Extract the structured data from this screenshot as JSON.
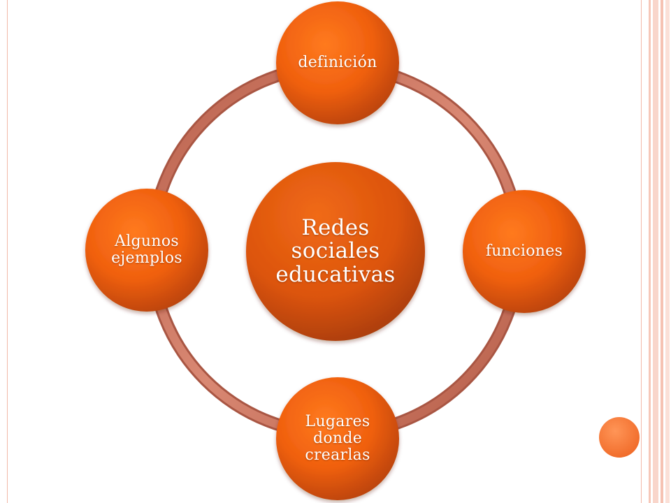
{
  "diagram": {
    "center": "Redes sociales educativas",
    "nodes": {
      "top": "definición",
      "right": "funciones",
      "bottom": "Lugares donde crearlas",
      "left": "Algunos ejemplos"
    }
  },
  "colors": {
    "node_fill": "#f2600f",
    "node_fill_dark": "#c84a0c",
    "center_fill": "#e85a10",
    "ring": "#c9725c",
    "frame_line": "#f2b9a8",
    "accent_dot": "#f47b3c"
  },
  "decorations": {
    "accent_dot_icon": "circle-icon"
  }
}
